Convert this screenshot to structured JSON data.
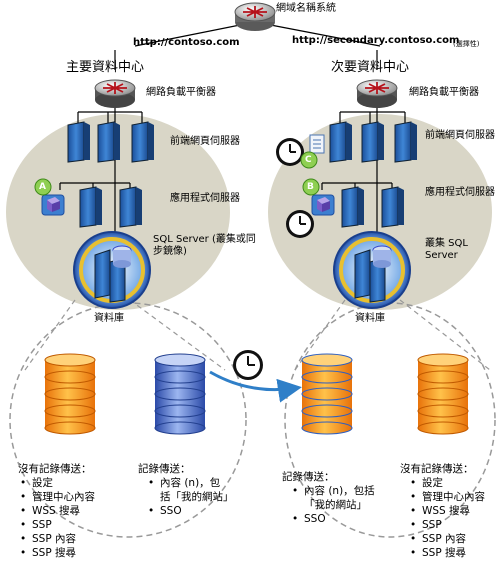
{
  "dns": {
    "label": "網域名稱系統"
  },
  "urls": {
    "primary": "http://contoso.com",
    "secondary": "http://secondary.contoso.com",
    "secondary_note": "(選擇性)"
  },
  "primary_dc": {
    "title": "主要資料中心",
    "load_balancer": "網路負載平衡器",
    "web_servers": "前端網頁伺服器",
    "app_servers": "應用程式伺服器",
    "sql": "SQL Server (叢集或同步鏡像)",
    "database": "資料庫",
    "badge": "A"
  },
  "secondary_dc": {
    "title": "次要資料中心",
    "load_balancer": "網路負載平衡器",
    "web_servers": "前端網頁伺服器",
    "app_servers": "應用程式伺服器",
    "sql": "叢集 SQL Server",
    "database": "資料庫",
    "badges": [
      "C",
      "B"
    ]
  },
  "notes": {
    "no_log_shipping_left": {
      "title": "沒有記錄傳送：",
      "items": [
        "設定",
        "管理中心內容",
        "WSS 搜尋",
        "SSP",
        "SSP 內容",
        "SSP 搜尋"
      ]
    },
    "log_shipping_left": {
      "title": "記錄傳送：",
      "items": [
        "內容 (n)，包括「我的網站」",
        "SSO"
      ]
    },
    "log_shipping_right": {
      "title": "記錄傳送：",
      "items": [
        "內容 (n)，包括「我的網站」",
        "SSO"
      ]
    },
    "no_log_shipping_right": {
      "title": "沒有記錄傳送：",
      "items": [
        "設定",
        "管理中心內容",
        "WSS 搜尋",
        "SSP",
        "SSP 內容",
        "SSP 搜尋"
      ]
    }
  },
  "colors": {
    "cluster": "#d9d6c7",
    "server": "#2c6db8",
    "orange_db": "#f08a1c",
    "blue_db": "#3b5fc6",
    "arrow": "#3a86c8"
  }
}
